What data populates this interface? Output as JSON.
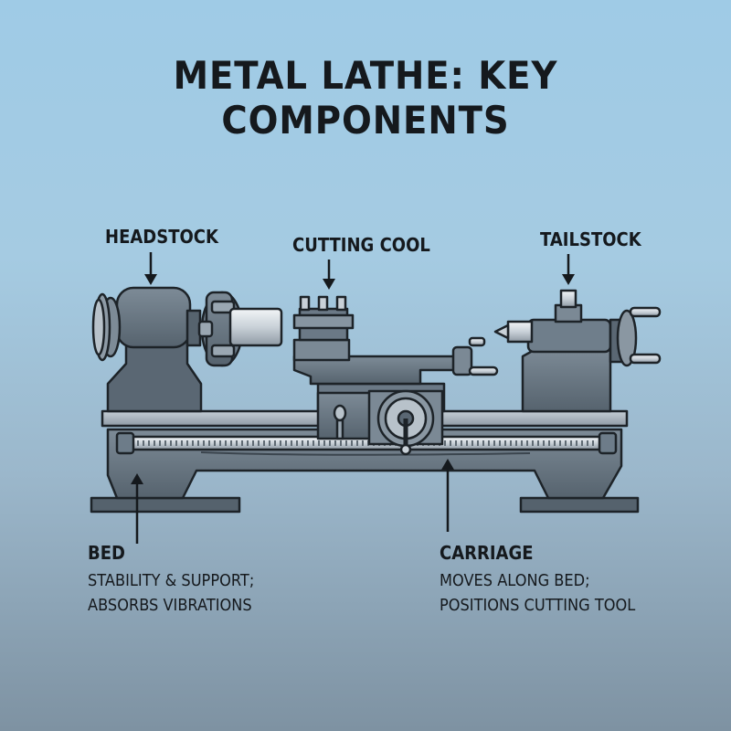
{
  "title": "METAL LATHE: KEY COMPONENTS",
  "labels": {
    "headstock": "HEADSTOCK",
    "cutting_tool": "CUTTING COOL",
    "tailstock": "TAILSTOCK",
    "bed": "BED",
    "carriage": "CARRIAGE"
  },
  "descriptions": {
    "bed_line1": "STABILITY & SUPPORT;",
    "bed_line2": "ABSORBS VIBRATIONS",
    "carriage_line1": "MOVES ALONG BED;",
    "carriage_line2": "POSITIONS CUTTING TOOL"
  },
  "colors": {
    "metal_dark": "#4f5d69",
    "metal_mid": "#6d7c89",
    "metal_light": "#9aa7b2",
    "chrome": "#dfe5ea",
    "outline": "#1d2328"
  }
}
